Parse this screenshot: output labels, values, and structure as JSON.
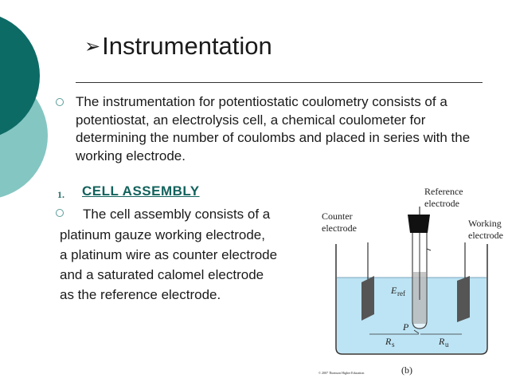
{
  "slide": {
    "title": "Instrumentation",
    "intro": "The instrumentation for potentiostatic coulometry consists of a potentiostat, an electrolysis cell, a chemical coulometer for determining the number of coulombs and placed in series with the working electrode.",
    "section_number": "1.",
    "section_heading": "CELL ASSEMBLY",
    "cell_text_first": "The cell assembly consists of a",
    "cell_text_lines": [
      "platinum gauze working electrode,",
      "a platinum wire as counter electrode",
      "and a saturated calomel electrode",
      "as the reference electrode."
    ]
  },
  "figure": {
    "label_reference": "Reference",
    "label_reference_2": "electrode",
    "label_counter": "Counter",
    "label_counter_2": "electrode",
    "label_working": "Working",
    "label_working_2": "electrode",
    "label_eref": "E",
    "label_eref_sub": "ref",
    "label_p": "P",
    "label_rs": "R",
    "label_rs_sub": "s",
    "label_ru": "R",
    "label_ru_sub": "u",
    "caption": "(b)",
    "copyright": "© 2007 Thomson Higher Education",
    "colors": {
      "solution": "#bde4f4",
      "electrode": "#555555",
      "stopper": "#111111"
    }
  },
  "theme": {
    "accent_dark": "#0d6b66",
    "accent_light": "#84c6c2"
  }
}
